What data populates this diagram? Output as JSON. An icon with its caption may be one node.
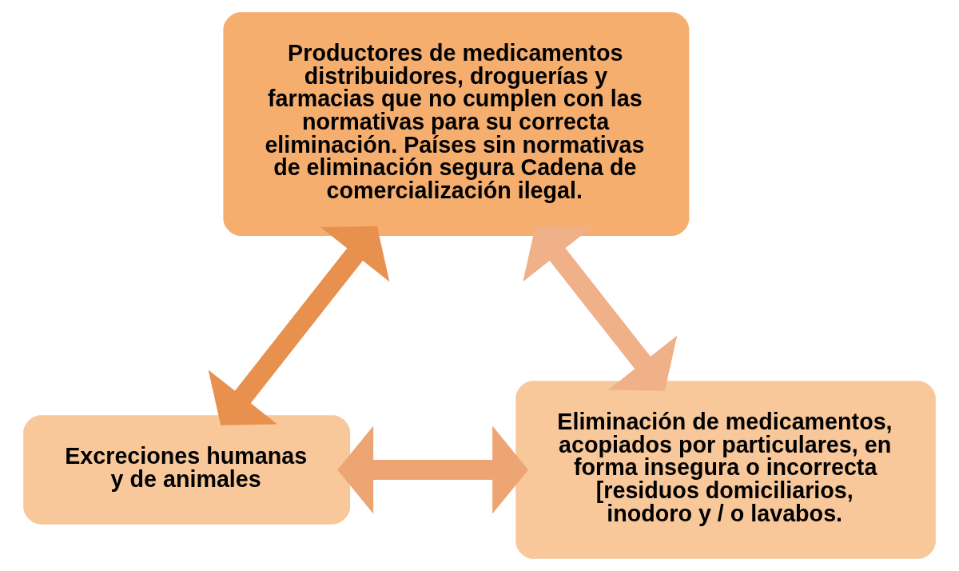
{
  "diagram": {
    "nodes": [
      {
        "text": [
          "Productores de medicamentos distribuidores, droguerías y farmacias que no cumplen con las normativas para su correcta eliminación. Países sin normativas de eliminación segura Cadena de comercialización ilegal."
        ]
      },
      {
        "text": [
          "Excreciones humanas y de animales"
        ]
      },
      {
        "text": [
          "Eliminación de medicamentos, acopiados por particulares, en forma insegura o incorrecta [residuos domiciliarios, inodoro y / o lavabos."
        ]
      }
    ],
    "edges": [
      {
        "from": 1,
        "to": 0,
        "arrow": "both",
        "color": "#e8914f"
      },
      {
        "from": 2,
        "to": 0,
        "arrow": "both",
        "color": "#f0b088"
      },
      {
        "from": 1,
        "to": 2,
        "arrow": "both",
        "color": "#eea574"
      }
    ]
  }
}
